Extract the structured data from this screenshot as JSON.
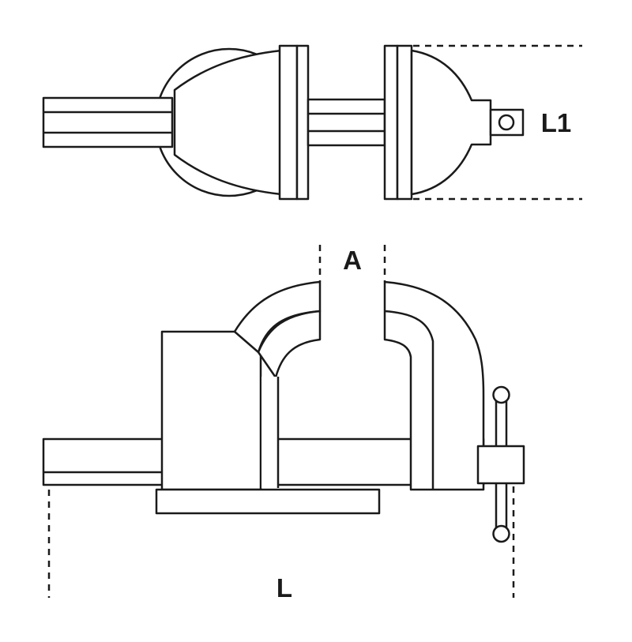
{
  "figure": {
    "background": "#ffffff",
    "line_color": "#1a1a1a"
  },
  "labels": {
    "l1": "L1",
    "a": "A",
    "l": "L"
  }
}
